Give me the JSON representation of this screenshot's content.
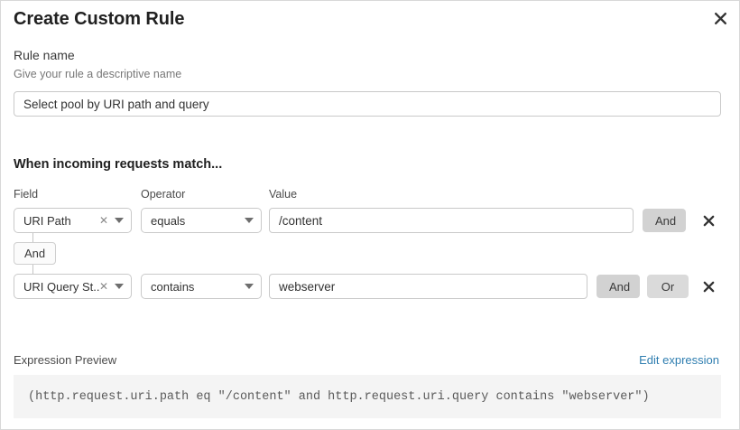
{
  "dialog": {
    "title": "Create Custom Rule",
    "close_icon": "close-icon"
  },
  "rule_name": {
    "label": "Rule name",
    "help": "Give your rule a descriptive name",
    "value": "Select pool by URI path and query",
    "placeholder": ""
  },
  "match": {
    "heading": "When incoming requests match...",
    "columns": {
      "field": "Field",
      "operator": "Operator",
      "value": "Value"
    },
    "connector": "And",
    "rows": [
      {
        "field": "URI Path",
        "operator": "equals",
        "value": "/content",
        "buttons": [
          "And"
        ],
        "delete_icon": "close-icon"
      },
      {
        "field": "URI Query St...",
        "operator": "contains",
        "value": "webserver",
        "buttons": [
          "And",
          "Or"
        ],
        "delete_icon": "close-icon"
      }
    ]
  },
  "expression": {
    "label": "Expression Preview",
    "edit_link": "Edit expression",
    "text": "(http.request.uri.path eq \"/content\" and http.request.uri.query contains \"webserver\")"
  },
  "colors": {
    "link": "#2f7eb0",
    "logic_button": "#d2d2d2",
    "expr_background": "#f4f4f4"
  }
}
